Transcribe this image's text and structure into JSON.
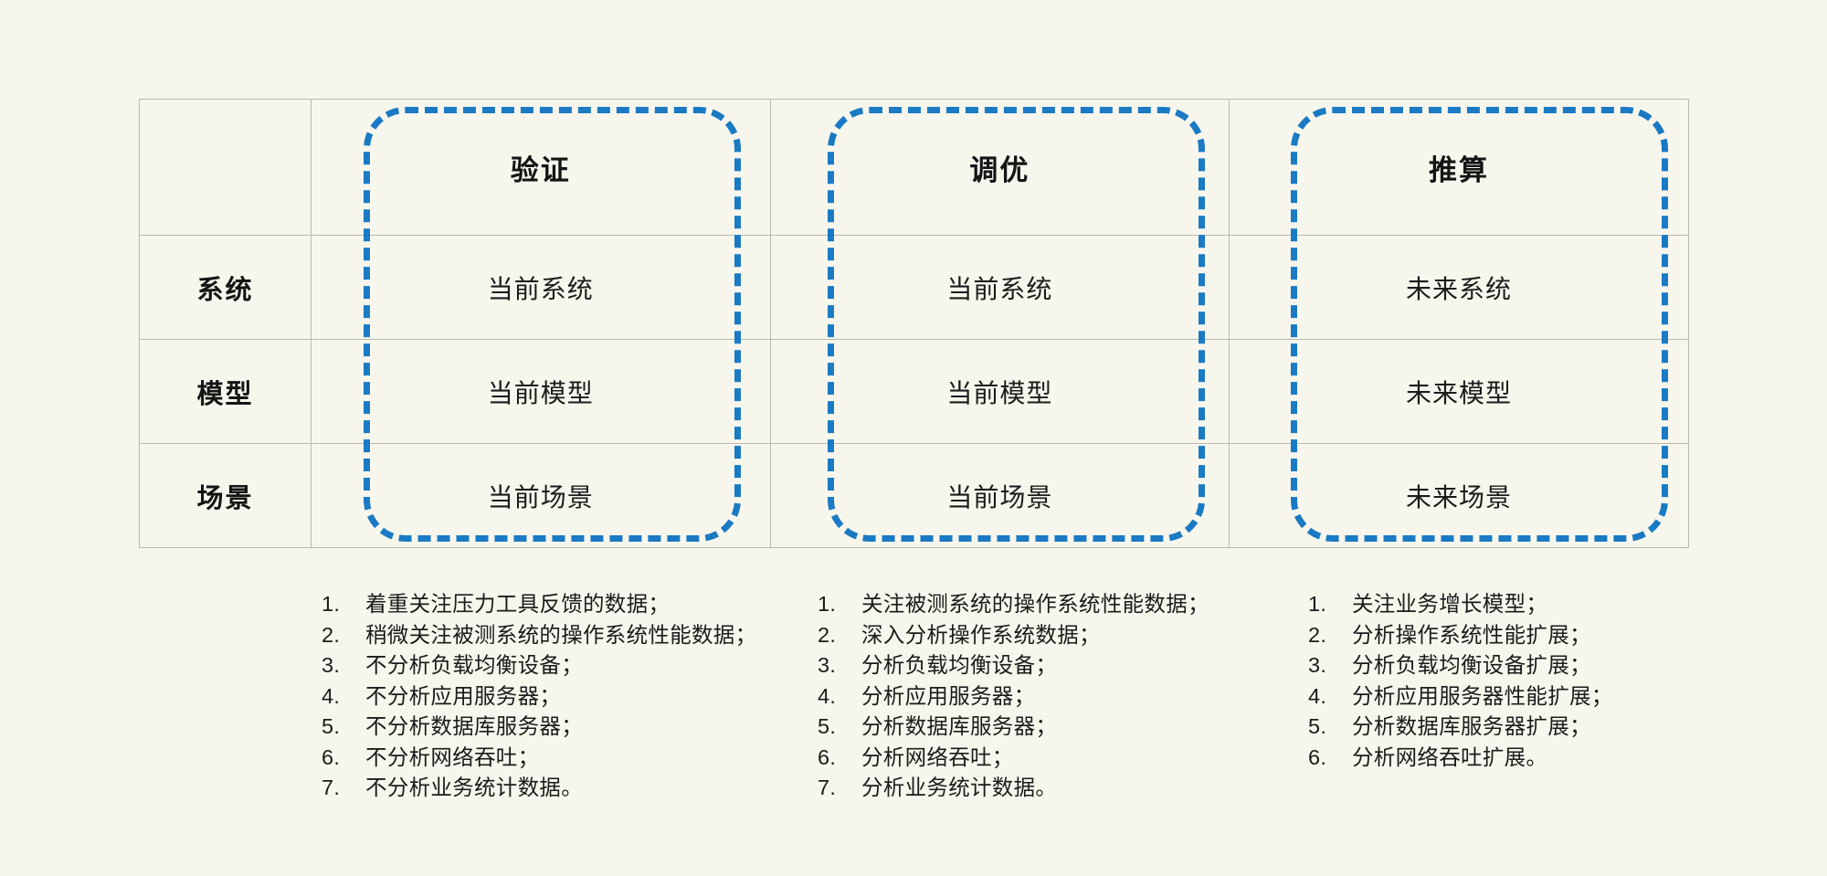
{
  "colors": {
    "background": "#f7f6ed",
    "highlight_dashed": "#1a7ac4",
    "table_border": "#b9b9ac",
    "text": "#1b1b1b"
  },
  "table": {
    "corner_label": "",
    "column_headers": [
      "验证",
      "调优",
      "推算"
    ],
    "row_labels": [
      "系统",
      "模型",
      "场景"
    ],
    "rows": [
      {
        "label": "系统",
        "cells": [
          "当前系统",
          "当前系统",
          "未来系统"
        ]
      },
      {
        "label": "模型",
        "cells": [
          "当前模型",
          "当前模型",
          "未来模型"
        ]
      },
      {
        "label": "场景",
        "cells": [
          "当前场景",
          "当前场景",
          "未来场景"
        ]
      }
    ]
  },
  "lists": [
    {
      "items": [
        {
          "num": "1.",
          "text": "着重关注压力工具反馈的数据；"
        },
        {
          "num": "2.",
          "text": "稍微关注被测系统的操作系统性能数据；"
        },
        {
          "num": "3.",
          "text": "不分析负载均衡设备；"
        },
        {
          "num": "4.",
          "text": "不分析应用服务器；"
        },
        {
          "num": "5.",
          "text": "不分析数据库服务器；"
        },
        {
          "num": "6.",
          "text": "不分析网络吞吐；"
        },
        {
          "num": "7.",
          "text": "不分析业务统计数据。"
        }
      ]
    },
    {
      "items": [
        {
          "num": "1.",
          "text": "关注被测系统的操作系统性能数据；"
        },
        {
          "num": "2.",
          "text": "深入分析操作系统数据；"
        },
        {
          "num": "3.",
          "text": "分析负载均衡设备；"
        },
        {
          "num": "4.",
          "text": "分析应用服务器；"
        },
        {
          "num": "5.",
          "text": "分析数据库服务器；"
        },
        {
          "num": "6.",
          "text": "分析网络吞吐；"
        },
        {
          "num": "7.",
          "text": "分析业务统计数据。"
        }
      ]
    },
    {
      "items": [
        {
          "num": "1.",
          "text": "关注业务增长模型；"
        },
        {
          "num": "2.",
          "text": "分析操作系统性能扩展；"
        },
        {
          "num": "3.",
          "text": "分析负载均衡设备扩展；"
        },
        {
          "num": "4.",
          "text": "分析应用服务器性能扩展；"
        },
        {
          "num": "5.",
          "text": "分析数据库服务器扩展；"
        },
        {
          "num": "6.",
          "text": "分析网络吞吐扩展。"
        }
      ]
    }
  ]
}
